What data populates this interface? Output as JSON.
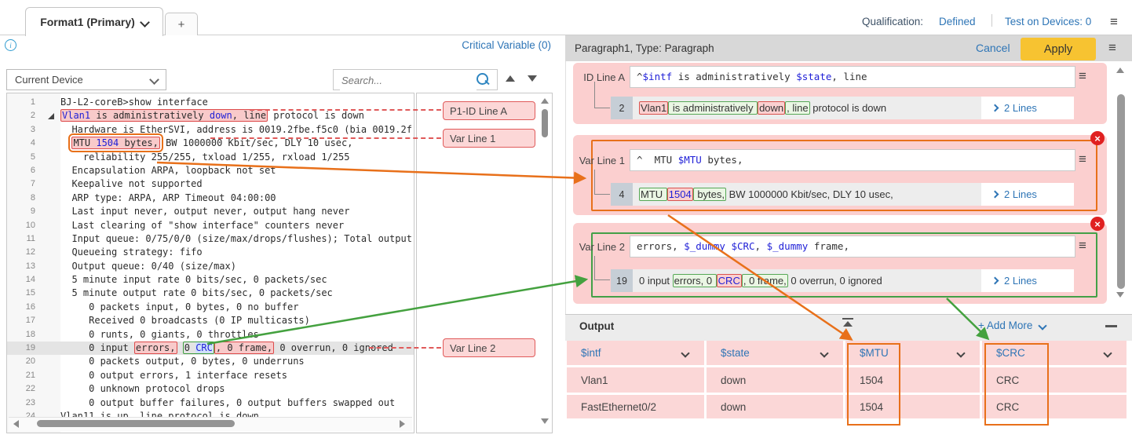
{
  "topbar": {
    "tab": "Format1 (Primary)",
    "add_tab": "+",
    "qualification_label": "Qualification:",
    "qualification_value": "Defined",
    "test_on_devices": "Test on Devices: 0"
  },
  "colors": {
    "accent_orange": "#e8701a",
    "accent_green": "#43a047",
    "highlight_pink": "#fbcfcf",
    "mark_red_border": "#d9534f",
    "link_blue": "#2e75b6",
    "apply_yellow": "#f7c331",
    "code_variable_blue": "#1f1fd7"
  },
  "left": {
    "critical_variable_link": "Critical Variable (0)",
    "device_selector": "Current Device",
    "search_placeholder": "Search...",
    "line_labels": [
      "P1-ID Line A",
      "Var Line 1",
      "Var Line 2"
    ],
    "code": {
      "lines": [
        {
          "n": "1",
          "segs": [
            {
              "t": "BJ-L2-coreB>show interface"
            }
          ]
        },
        {
          "n": "2",
          "expand": true,
          "segs": [
            {
              "m": "pink",
              "p": [
                {
                  "t": "Vlan1",
                  "c": "blue"
                },
                {
                  "t": " is administratively "
                },
                {
                  "t": "down",
                  "c": "blue"
                },
                {
                  "t": ", line"
                }
              ]
            },
            {
              "t": " protocol is down"
            }
          ]
        },
        {
          "n": "3",
          "segs": [
            {
              "t": "  Hardware is EtherSVI, address is 0019.2fbe.f5c0 (bia 0019.2f"
            }
          ]
        },
        {
          "n": "4",
          "segs": [
            {
              "t": "  "
            },
            {
              "m": "pinkorange",
              "p": [
                {
                  "t": "MTU "
                },
                {
                  "t": "1504",
                  "c": "blue"
                },
                {
                  "t": " bytes,"
                }
              ]
            },
            {
              "t": " BW 1000000 Kbit/sec, DLY 10 usec,"
            }
          ]
        },
        {
          "n": "5",
          "segs": [
            {
              "t": "    reliability 255/255, txload 1/255, rxload 1/255"
            }
          ]
        },
        {
          "n": "6",
          "segs": [
            {
              "t": "  Encapsulation ARPA, loopback not set"
            }
          ]
        },
        {
          "n": "7",
          "segs": [
            {
              "t": "  Keepalive not supported"
            }
          ]
        },
        {
          "n": "8",
          "segs": [
            {
              "t": "  ARP type: ARPA, ARP Timeout 04:00:00"
            }
          ]
        },
        {
          "n": "9",
          "segs": [
            {
              "t": "  Last input never, output never, output hang never"
            }
          ]
        },
        {
          "n": "10",
          "segs": [
            {
              "t": "  Last clearing of \"show interface\" counters never"
            }
          ]
        },
        {
          "n": "11",
          "segs": [
            {
              "t": "  Input queue: 0/75/0/0 (size/max/drops/flushes); Total output"
            }
          ]
        },
        {
          "n": "12",
          "segs": [
            {
              "t": "  Queueing strategy: fifo"
            }
          ]
        },
        {
          "n": "13",
          "segs": [
            {
              "t": "  Output queue: 0/40 (size/max)"
            }
          ]
        },
        {
          "n": "14",
          "segs": [
            {
              "t": "  5 minute input rate 0 bits/sec, 0 packets/sec"
            }
          ]
        },
        {
          "n": "15",
          "segs": [
            {
              "t": "  5 minute output rate 0 bits/sec, 0 packets/sec"
            }
          ]
        },
        {
          "n": "16",
          "segs": [
            {
              "t": "     0 packets input, 0 bytes, 0 no buffer"
            }
          ]
        },
        {
          "n": "17",
          "segs": [
            {
              "t": "     Received 0 broadcasts (0 IP multicasts)"
            }
          ]
        },
        {
          "n": "18",
          "segs": [
            {
              "t": "     0 runts, 0 giants, 0 throttles"
            }
          ]
        },
        {
          "n": "19",
          "hl": true,
          "segs": [
            {
              "t": "     0 input "
            },
            {
              "m": "pink",
              "p": [
                {
                  "t": "errors,"
                }
              ]
            },
            {
              "t": " "
            },
            {
              "m": "greenl",
              "p": [
                {
                  "t": "0 "
                },
                {
                  "t": "CRC",
                  "c": "bluesel"
                }
              ]
            },
            {
              "m": "pink",
              "p": [
                {
                  "t": ", 0 frame,"
                }
              ]
            },
            {
              "t": " 0 overrun, 0 ignored"
            }
          ]
        },
        {
          "n": "20",
          "segs": [
            {
              "t": "     0 packets output, 0 bytes, 0 underruns"
            }
          ]
        },
        {
          "n": "21",
          "segs": [
            {
              "t": "     0 output errors, 1 interface resets"
            }
          ]
        },
        {
          "n": "22",
          "segs": [
            {
              "t": "     0 unknown protocol drops"
            }
          ]
        },
        {
          "n": "23",
          "segs": [
            {
              "t": "     0 output buffer failures, 0 output buffers swapped out"
            }
          ]
        },
        {
          "n": "24",
          "clip": true,
          "segs": [
            {
              "t": "Vlan11 is up, line protocol is down"
            }
          ]
        }
      ]
    }
  },
  "right": {
    "panel_header": {
      "title": "Paragraph1, Type: Paragraph",
      "cancel": "Cancel",
      "apply": "Apply"
    },
    "blocks": [
      {
        "label": "ID Line A",
        "line_no": "2",
        "lines_link": "2 Lines",
        "highlight": "none",
        "closable": false,
        "pattern": [
          {
            "t": "^"
          },
          {
            "t": "$intf",
            "c": "blue"
          },
          {
            "t": " is administratively "
          },
          {
            "t": "$state",
            "c": "blue"
          },
          {
            "t": ", line"
          }
        ],
        "match": [
          {
            "m": "red",
            "p": [
              {
                "t": "Vlan1"
              }
            ]
          },
          {
            "m": "grn",
            "p": [
              {
                "t": " is administratively "
              }
            ]
          },
          {
            "m": "red",
            "p": [
              {
                "t": "down"
              }
            ]
          },
          {
            "m": "grn",
            "p": [
              {
                "t": ", line"
              }
            ]
          },
          {
            "t": " protocol is down"
          }
        ]
      },
      {
        "label": "Var Line 1",
        "line_no": "4",
        "lines_link": "2 Lines",
        "highlight": "orange",
        "closable": true,
        "pattern": [
          {
            "t": "^  MTU "
          },
          {
            "t": "$MTU",
            "c": "blue"
          },
          {
            "t": " bytes,"
          }
        ],
        "match": [
          {
            "m": "grn",
            "p": [
              {
                "t": "MTU "
              }
            ]
          },
          {
            "m": "red",
            "p": [
              {
                "t": "1504",
                "c": "blue"
              }
            ]
          },
          {
            "m": "grn",
            "p": [
              {
                "t": " bytes,"
              }
            ]
          },
          {
            "t": " BW 1000000 Kbit/sec, DLY 10 usec,"
          }
        ]
      },
      {
        "label": "Var Line 2",
        "line_no": "19",
        "lines_link": "2 Lines",
        "highlight": "green",
        "closable": true,
        "pattern": [
          {
            "t": "errors, "
          },
          {
            "t": "$_dummy",
            "c": "blue"
          },
          {
            "t": " "
          },
          {
            "t": "$CRC",
            "c": "blue"
          },
          {
            "t": ", "
          },
          {
            "t": "$_dummy",
            "c": "blue"
          },
          {
            "t": " frame,"
          }
        ],
        "match": [
          {
            "t": "0 input "
          },
          {
            "m": "grn",
            "p": [
              {
                "t": "errors, 0 "
              }
            ]
          },
          {
            "m": "red",
            "p": [
              {
                "t": "CRC",
                "c": "blue"
              }
            ]
          },
          {
            "m": "grn",
            "p": [
              {
                "t": ", 0 frame,"
              }
            ]
          },
          {
            "t": " 0 overrun, 0 ignored"
          }
        ]
      }
    ],
    "output": {
      "title": "Output",
      "add_more": "+ Add More",
      "columns": [
        "$intf",
        "$state",
        "$MTU",
        "$CRC"
      ],
      "highlight_columns": [
        "$MTU",
        "$CRC"
      ],
      "rows": [
        [
          "Vlan1",
          "down",
          "1504",
          "CRC"
        ],
        [
          "FastEthernet0/2",
          "down",
          "1504",
          "CRC"
        ]
      ]
    }
  }
}
